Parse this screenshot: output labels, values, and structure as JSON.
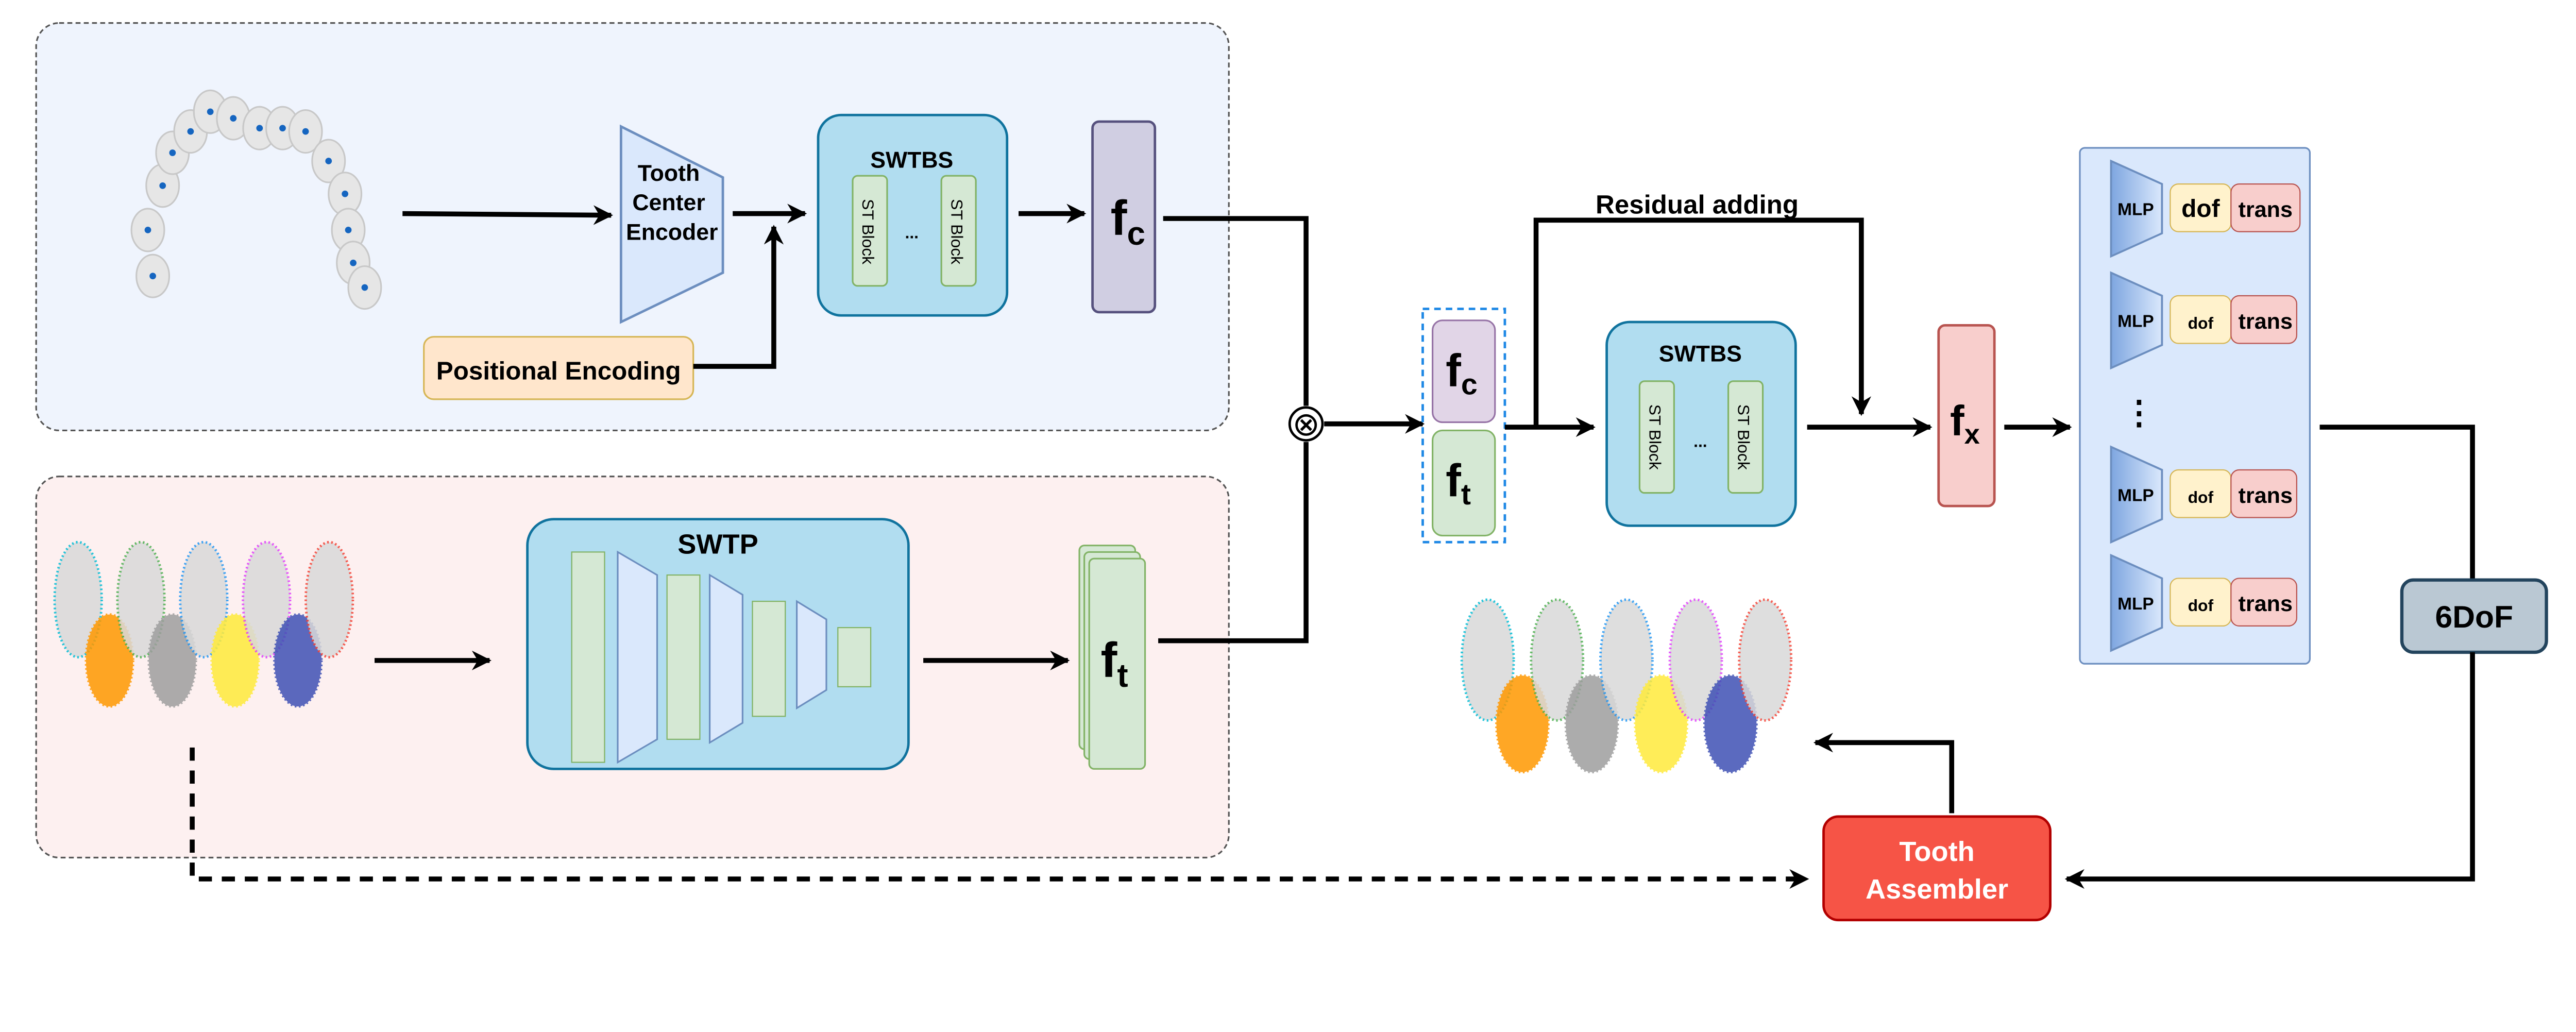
{
  "top_panel": {
    "encoder_label": [
      "Tooth",
      "Center",
      "Encoder"
    ],
    "positional_encoding": "Positional Encoding",
    "swtbs_title": "SWTBS",
    "st_block": "ST Block",
    "ellipsis": "...",
    "fc_main": "f",
    "fc_sub": "c"
  },
  "bottom_panel": {
    "swtp_title": "SWTP",
    "ft_main": "f",
    "ft_sub": "t"
  },
  "fusion": {
    "multiply_symbol": "⊗",
    "fc_main": "f",
    "fc_sub": "c",
    "ft_main": "f",
    "ft_sub": "t",
    "residual_label": "Residual adding",
    "swtbs_title": "SWTBS",
    "st_block": "ST Block",
    "ellipsis": "...",
    "fx_main": "f",
    "fx_sub": "x"
  },
  "heads": {
    "rows": [
      {
        "mlp": "MLP",
        "dof": "dof",
        "trans": "trans"
      },
      {
        "mlp": "MLP",
        "dof": "dof",
        "trans": "trans"
      },
      {
        "mlp": "MLP",
        "dof": "dof",
        "trans": "trans"
      },
      {
        "mlp": "MLP",
        "dof": "dof",
        "trans": "trans"
      }
    ],
    "vertical_ellipsis": "⋮"
  },
  "output": {
    "sixdof": "6DoF",
    "assembler": [
      "Tooth",
      "Assembler"
    ]
  },
  "colors": {
    "top_panel_bg": "#eff4fd",
    "bottom_panel_bg": "#fdf0f0",
    "swtbs_fill": "#b1ddf0",
    "st_block_fill": "#d5e8d4",
    "fc_fill": "#d0cee2",
    "ft_fill": "#d5e8d4",
    "fx_fill": "#f8cecc",
    "heads_panel": "#dae8fc",
    "dof_fill": "#fff2cc",
    "trans_fill": "#f8cecc",
    "sixdof_fill": "#bac8d3",
    "assembler_fill": "#f65446"
  }
}
